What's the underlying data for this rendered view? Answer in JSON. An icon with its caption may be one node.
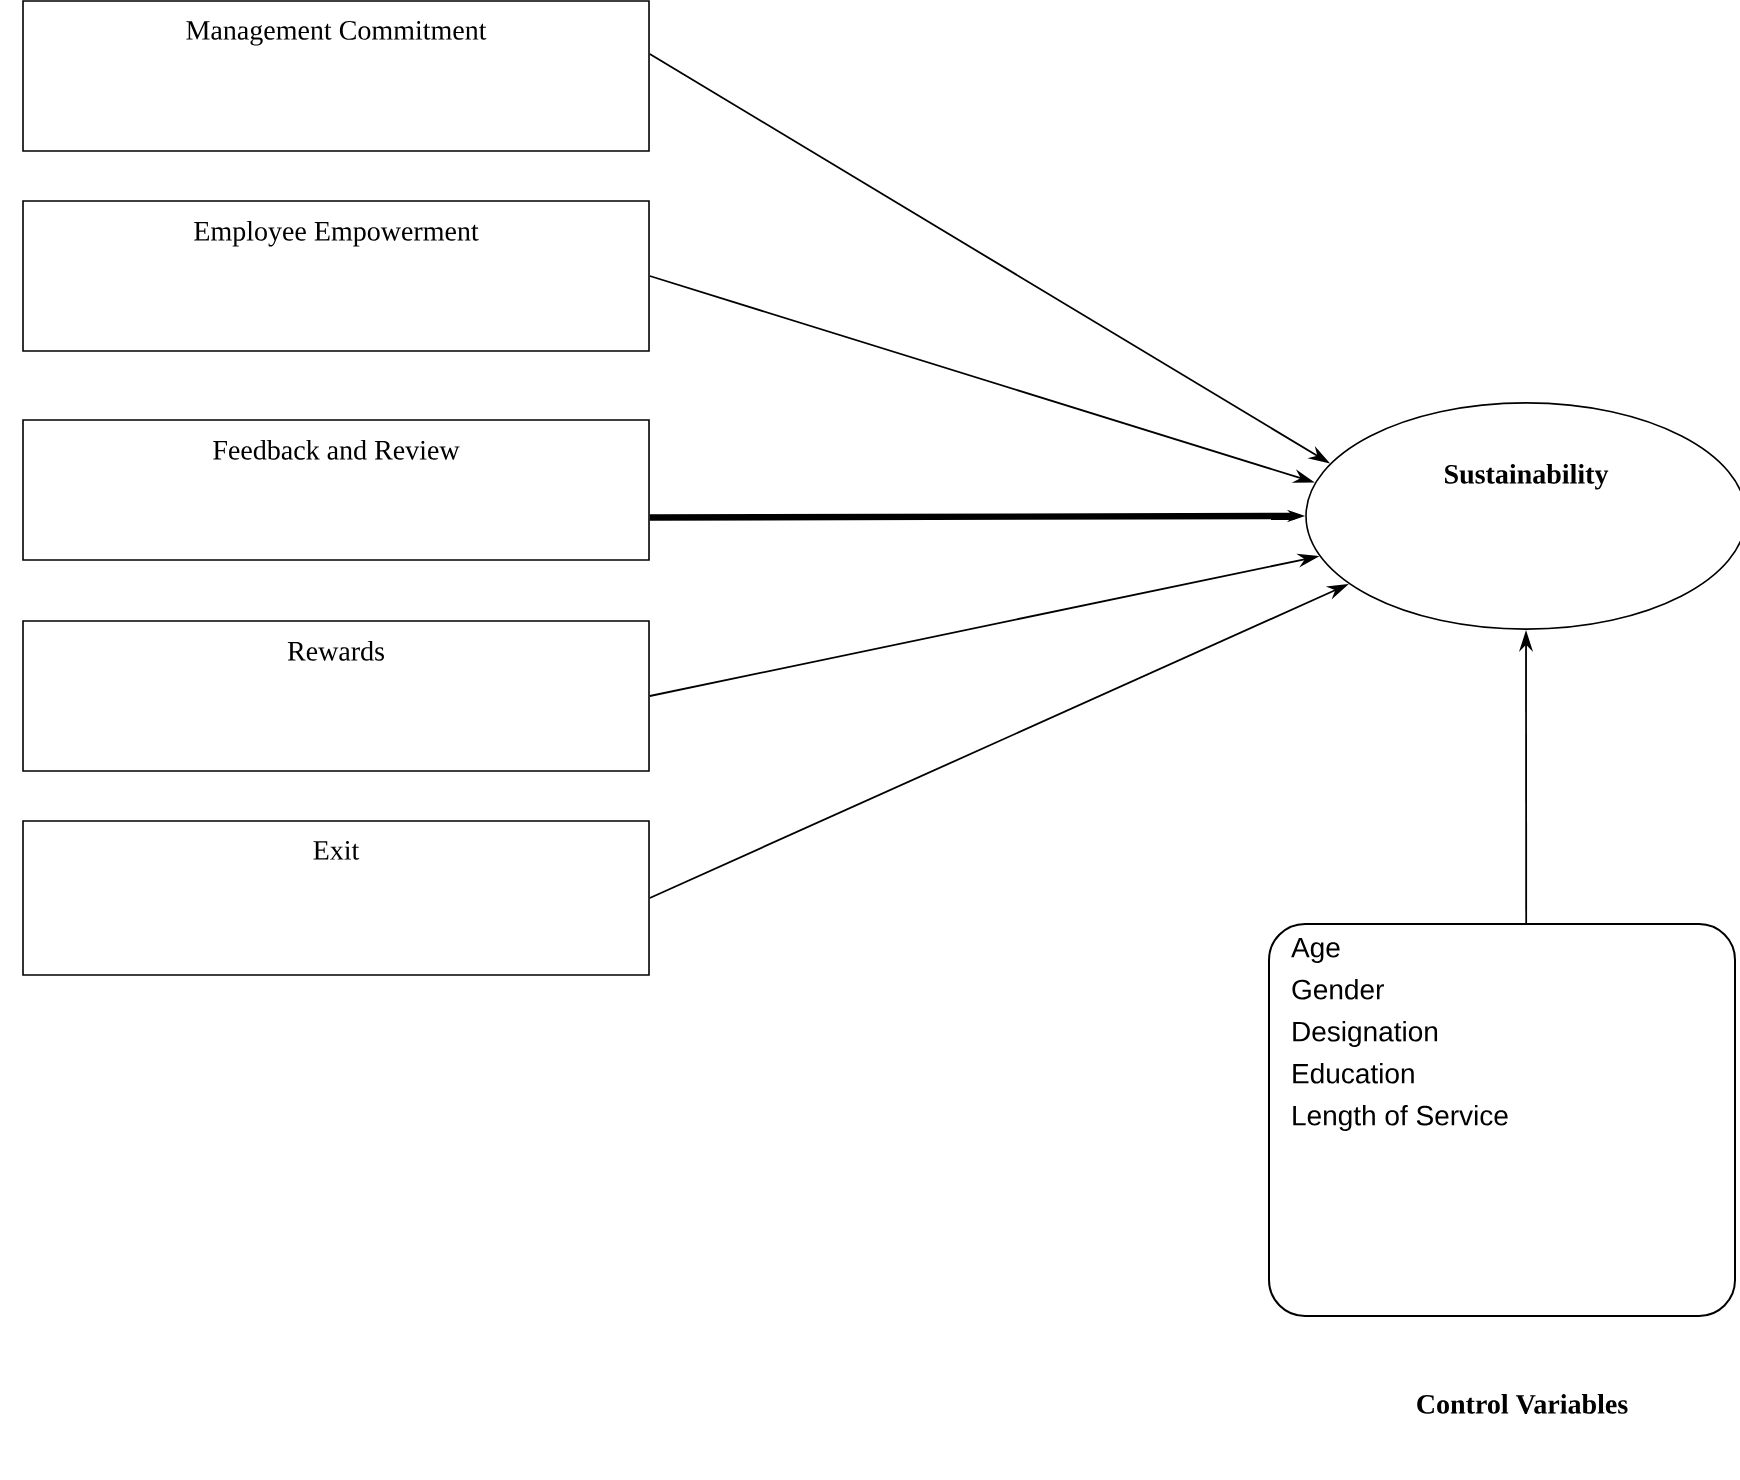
{
  "diagram": {
    "nodes": [
      {
        "text": [
          "Management Commitment"
        ]
      },
      {
        "text": [
          "Employee Empowerment"
        ]
      },
      {
        "text": [
          "Feedback and Review"
        ]
      },
      {
        "text": [
          "Rewards"
        ]
      },
      {
        "text": [
          "Exit"
        ]
      },
      {
        "text": [
          "Sustainability"
        ]
      },
      {
        "text": [
          "Age",
          "Gender",
          "Designation",
          "Education",
          "Length of Service"
        ],
        "beside": [
          "Control Variables"
        ]
      }
    ],
    "edges": [
      {
        "from": 0,
        "to": 5,
        "arrow": "to"
      },
      {
        "from": 1,
        "to": 5,
        "arrow": "to"
      },
      {
        "from": 2,
        "to": 5,
        "arrow": "to",
        "style": "thick"
      },
      {
        "from": 3,
        "to": 5,
        "arrow": "to"
      },
      {
        "from": 4,
        "to": 5,
        "arrow": "to"
      },
      {
        "from": 6,
        "to": 5,
        "arrow": "to"
      }
    ]
  }
}
